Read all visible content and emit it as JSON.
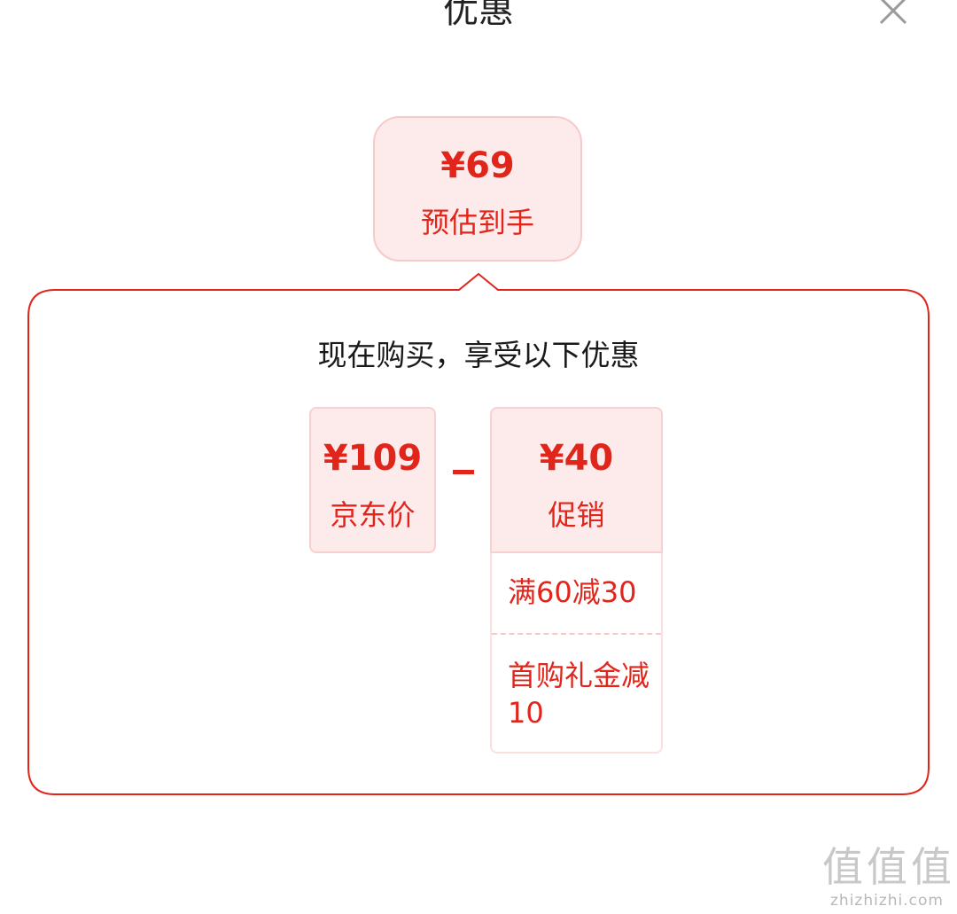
{
  "header": {
    "title": "优惠",
    "close_icon": "close-icon"
  },
  "estimate": {
    "price": "¥69",
    "label": "预估到手"
  },
  "panel": {
    "heading": "现在购买，享受以下优惠",
    "jd_price": {
      "price": "¥109",
      "label": "京东价"
    },
    "operator": "-",
    "promotion": {
      "price": "¥40",
      "label": "促销",
      "details": [
        "满60减30",
        "首购礼金减10"
      ]
    }
  },
  "watermark": {
    "glyphs": [
      "值",
      "值",
      "值"
    ],
    "domain": "zhizhizhi.com"
  },
  "colors": {
    "accent": "#e1251b",
    "box_fill": "#fdeaea",
    "panel_border": "#e1251b"
  }
}
